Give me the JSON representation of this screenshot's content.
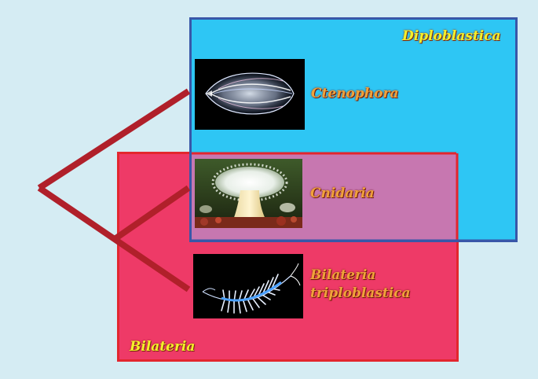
{
  "clades": {
    "diploblastica": "Diploblastica",
    "bilateria": "Bilateria"
  },
  "taxa": {
    "ctenophora": "Ctenophora",
    "cnidaria": "Cnidaria",
    "bilateria_line1": "Bilateria",
    "bilateria_line2": "triploblastica"
  },
  "colors": {
    "background": "#d5ecf3",
    "diploblastica_fill": "#28c4f4",
    "diploblastica_border": "#3957a8",
    "bilateria_fill": "#ee3a67",
    "bilateria_border": "#e3262e",
    "overlap_fill": "#c777b0",
    "tree_branch": "#b0202a",
    "clade_label": "#f4f02a",
    "taxon_label": "#f0a23a"
  },
  "photos": {
    "ctenophora": "comb-jelly-photo",
    "cnidaria": "sea-anemone-photo",
    "bilateria": "polychaete-worm-photo"
  }
}
